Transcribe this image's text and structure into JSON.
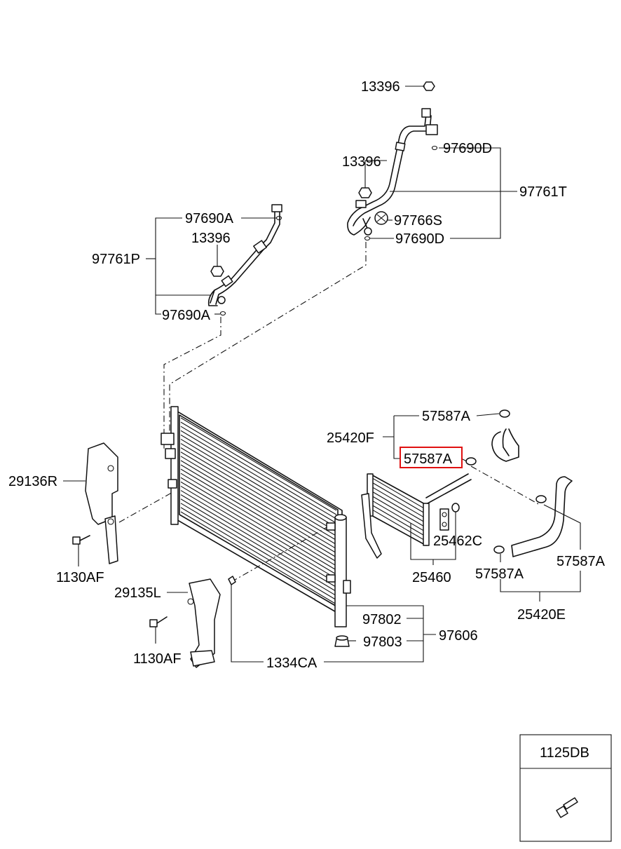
{
  "labels": {
    "l13396_top": "13396",
    "l97690D_top": "97690D",
    "l13396_mid": "13396",
    "l97761T": "97761T",
    "l97766S": "97766S",
    "l97690D_bot": "97690D",
    "l97690A_top": "97690A",
    "l13396_left": "13396",
    "l97761P": "97761P",
    "l97690A_bot": "97690A",
    "l57587A_a": "57587A",
    "l25420F": "25420F",
    "l57587A_b": "57587A",
    "l29136R": "29136R",
    "l25462C": "25462C",
    "l1130AF_a": "1130AF",
    "l25460": "25460",
    "l57587A_c": "57587A",
    "l57587A_d": "57587A",
    "l29135L": "29135L",
    "l25420E": "25420E",
    "l97802": "97802",
    "l97606": "97606",
    "l97803": "97803",
    "l1130AF_b": "1130AF",
    "l1334CA": "1334CA",
    "l1125DB": "1125DB"
  },
  "colors": {
    "highlight": "#e01010",
    "line": "#111111",
    "background": "#ffffff"
  },
  "highlighted_part": "57587A"
}
